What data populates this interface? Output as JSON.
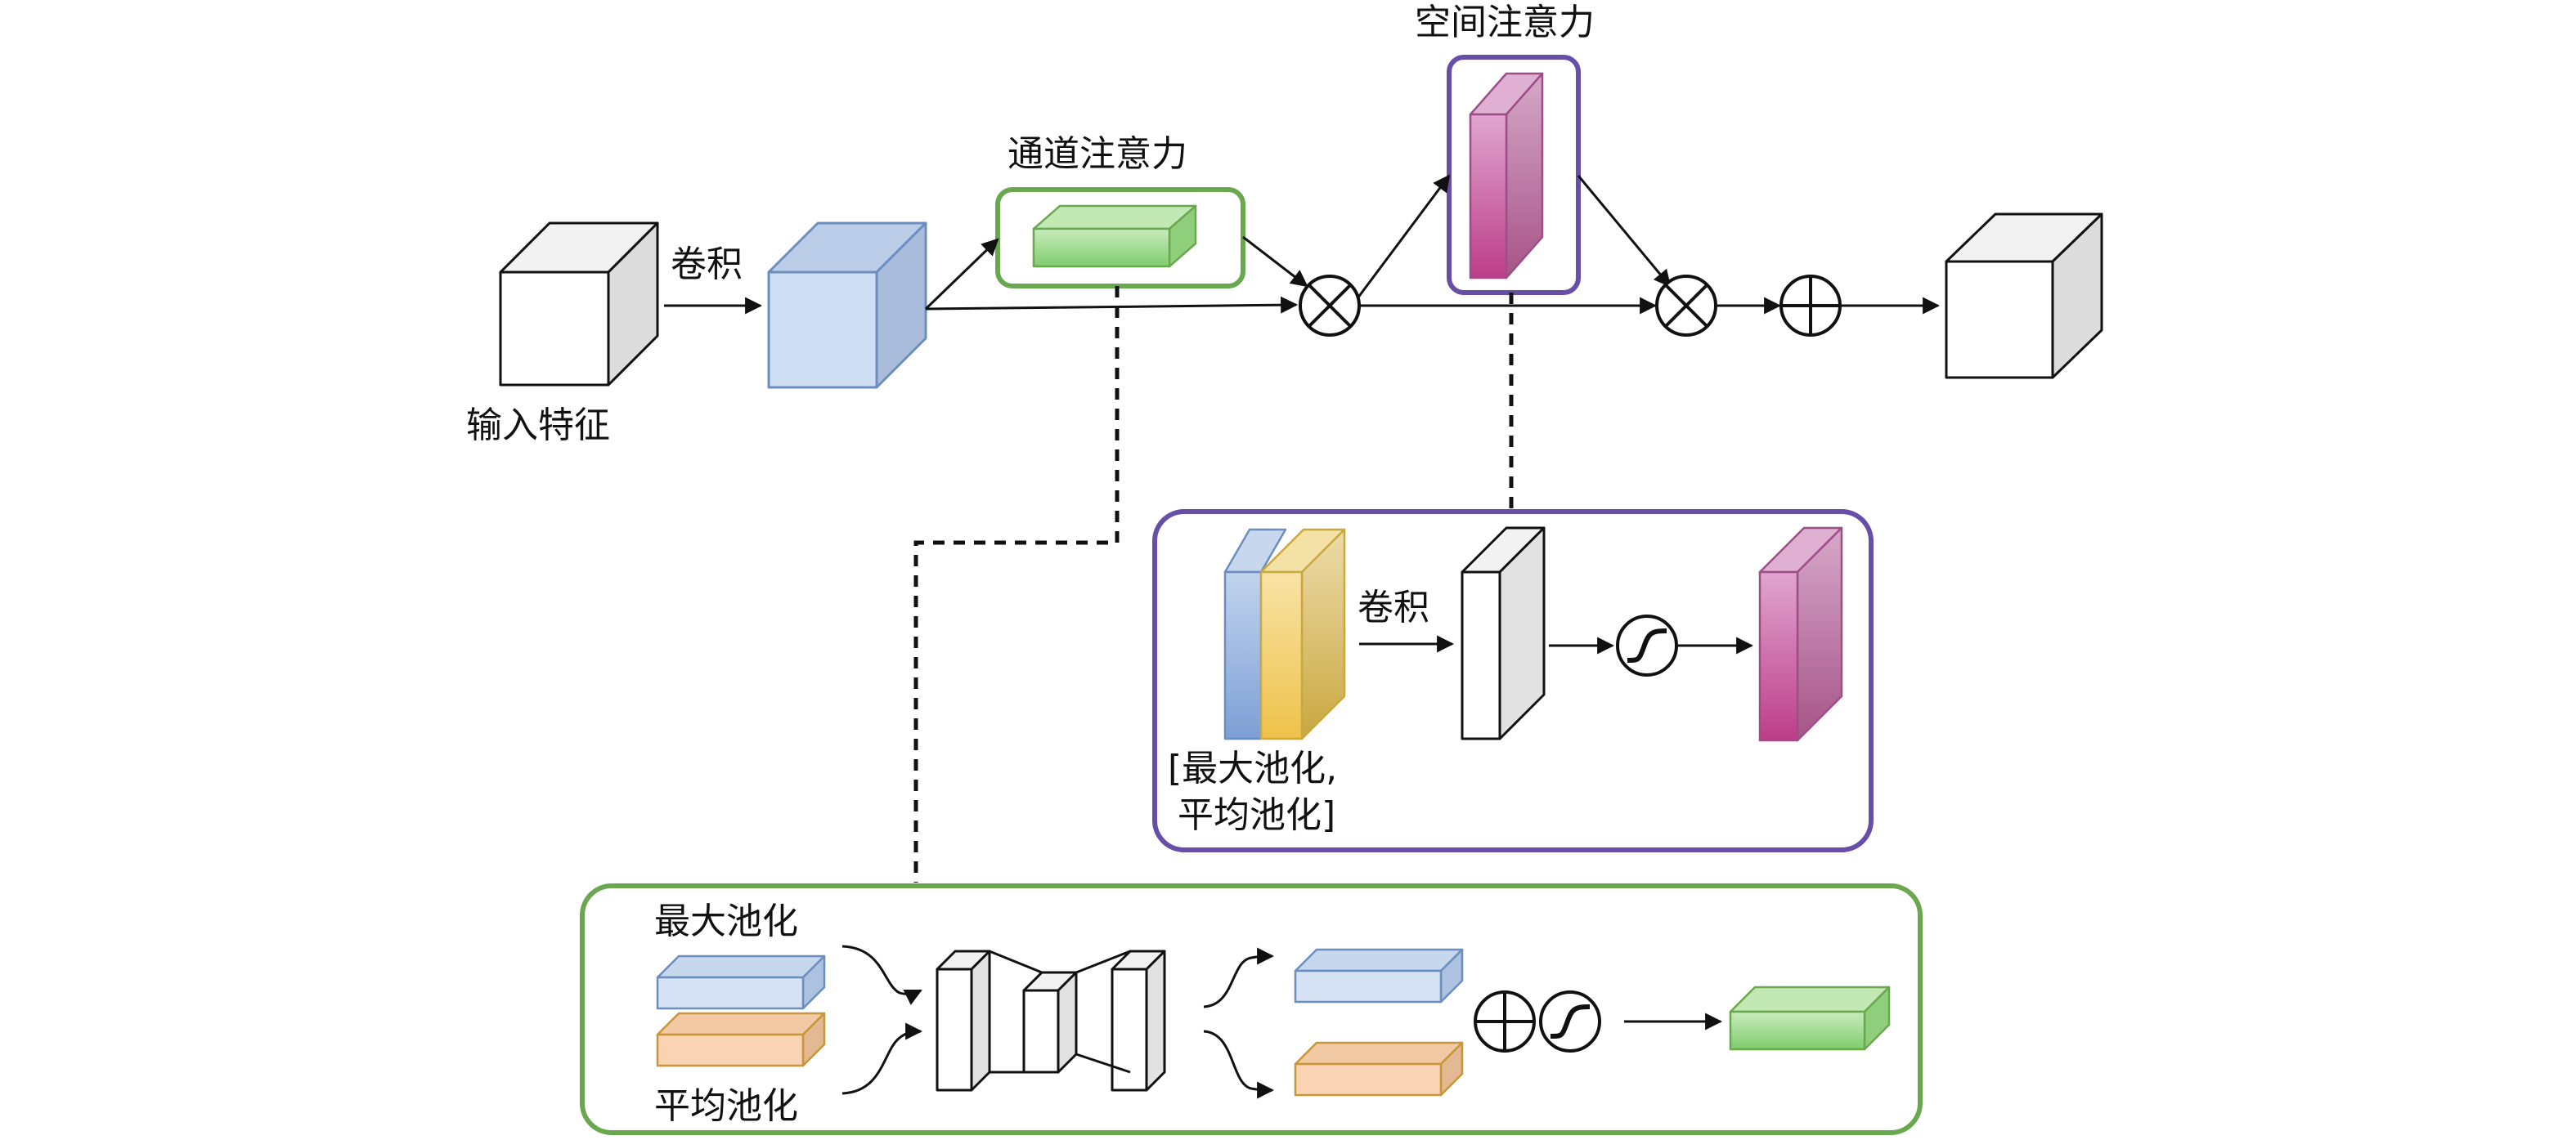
{
  "labels": {
    "input_feature": "输入特征",
    "conv_top": "卷积",
    "channel_attention": "通道注意力",
    "spatial_attention": "空间注意力",
    "conv_spatial": "卷积",
    "pool_concat_line1": "[最大池化,",
    "pool_concat_line2": "平均池化]",
    "max_pool": "最大池化",
    "avg_pool": "平均池化"
  },
  "colors": {
    "channel_box_border": "#6aa84f",
    "spatial_box_border": "#674ea7",
    "blue_front": "#cfdff3",
    "blue_side": "#aebfd9",
    "green_front": "#9fd98f",
    "green_top": "#c2e8b4",
    "magenta_front": "#c7579a",
    "magenta_side": "#b47aa5",
    "yellow_front": "#f2cf69",
    "orange_front": "#f9d3b3",
    "orange_border": "#c7963a",
    "blue_border": "#6c8ebf",
    "grey_side": "#e6e6e6"
  },
  "icons": [
    "multiply-icon",
    "add-icon",
    "sigmoid-icon"
  ]
}
